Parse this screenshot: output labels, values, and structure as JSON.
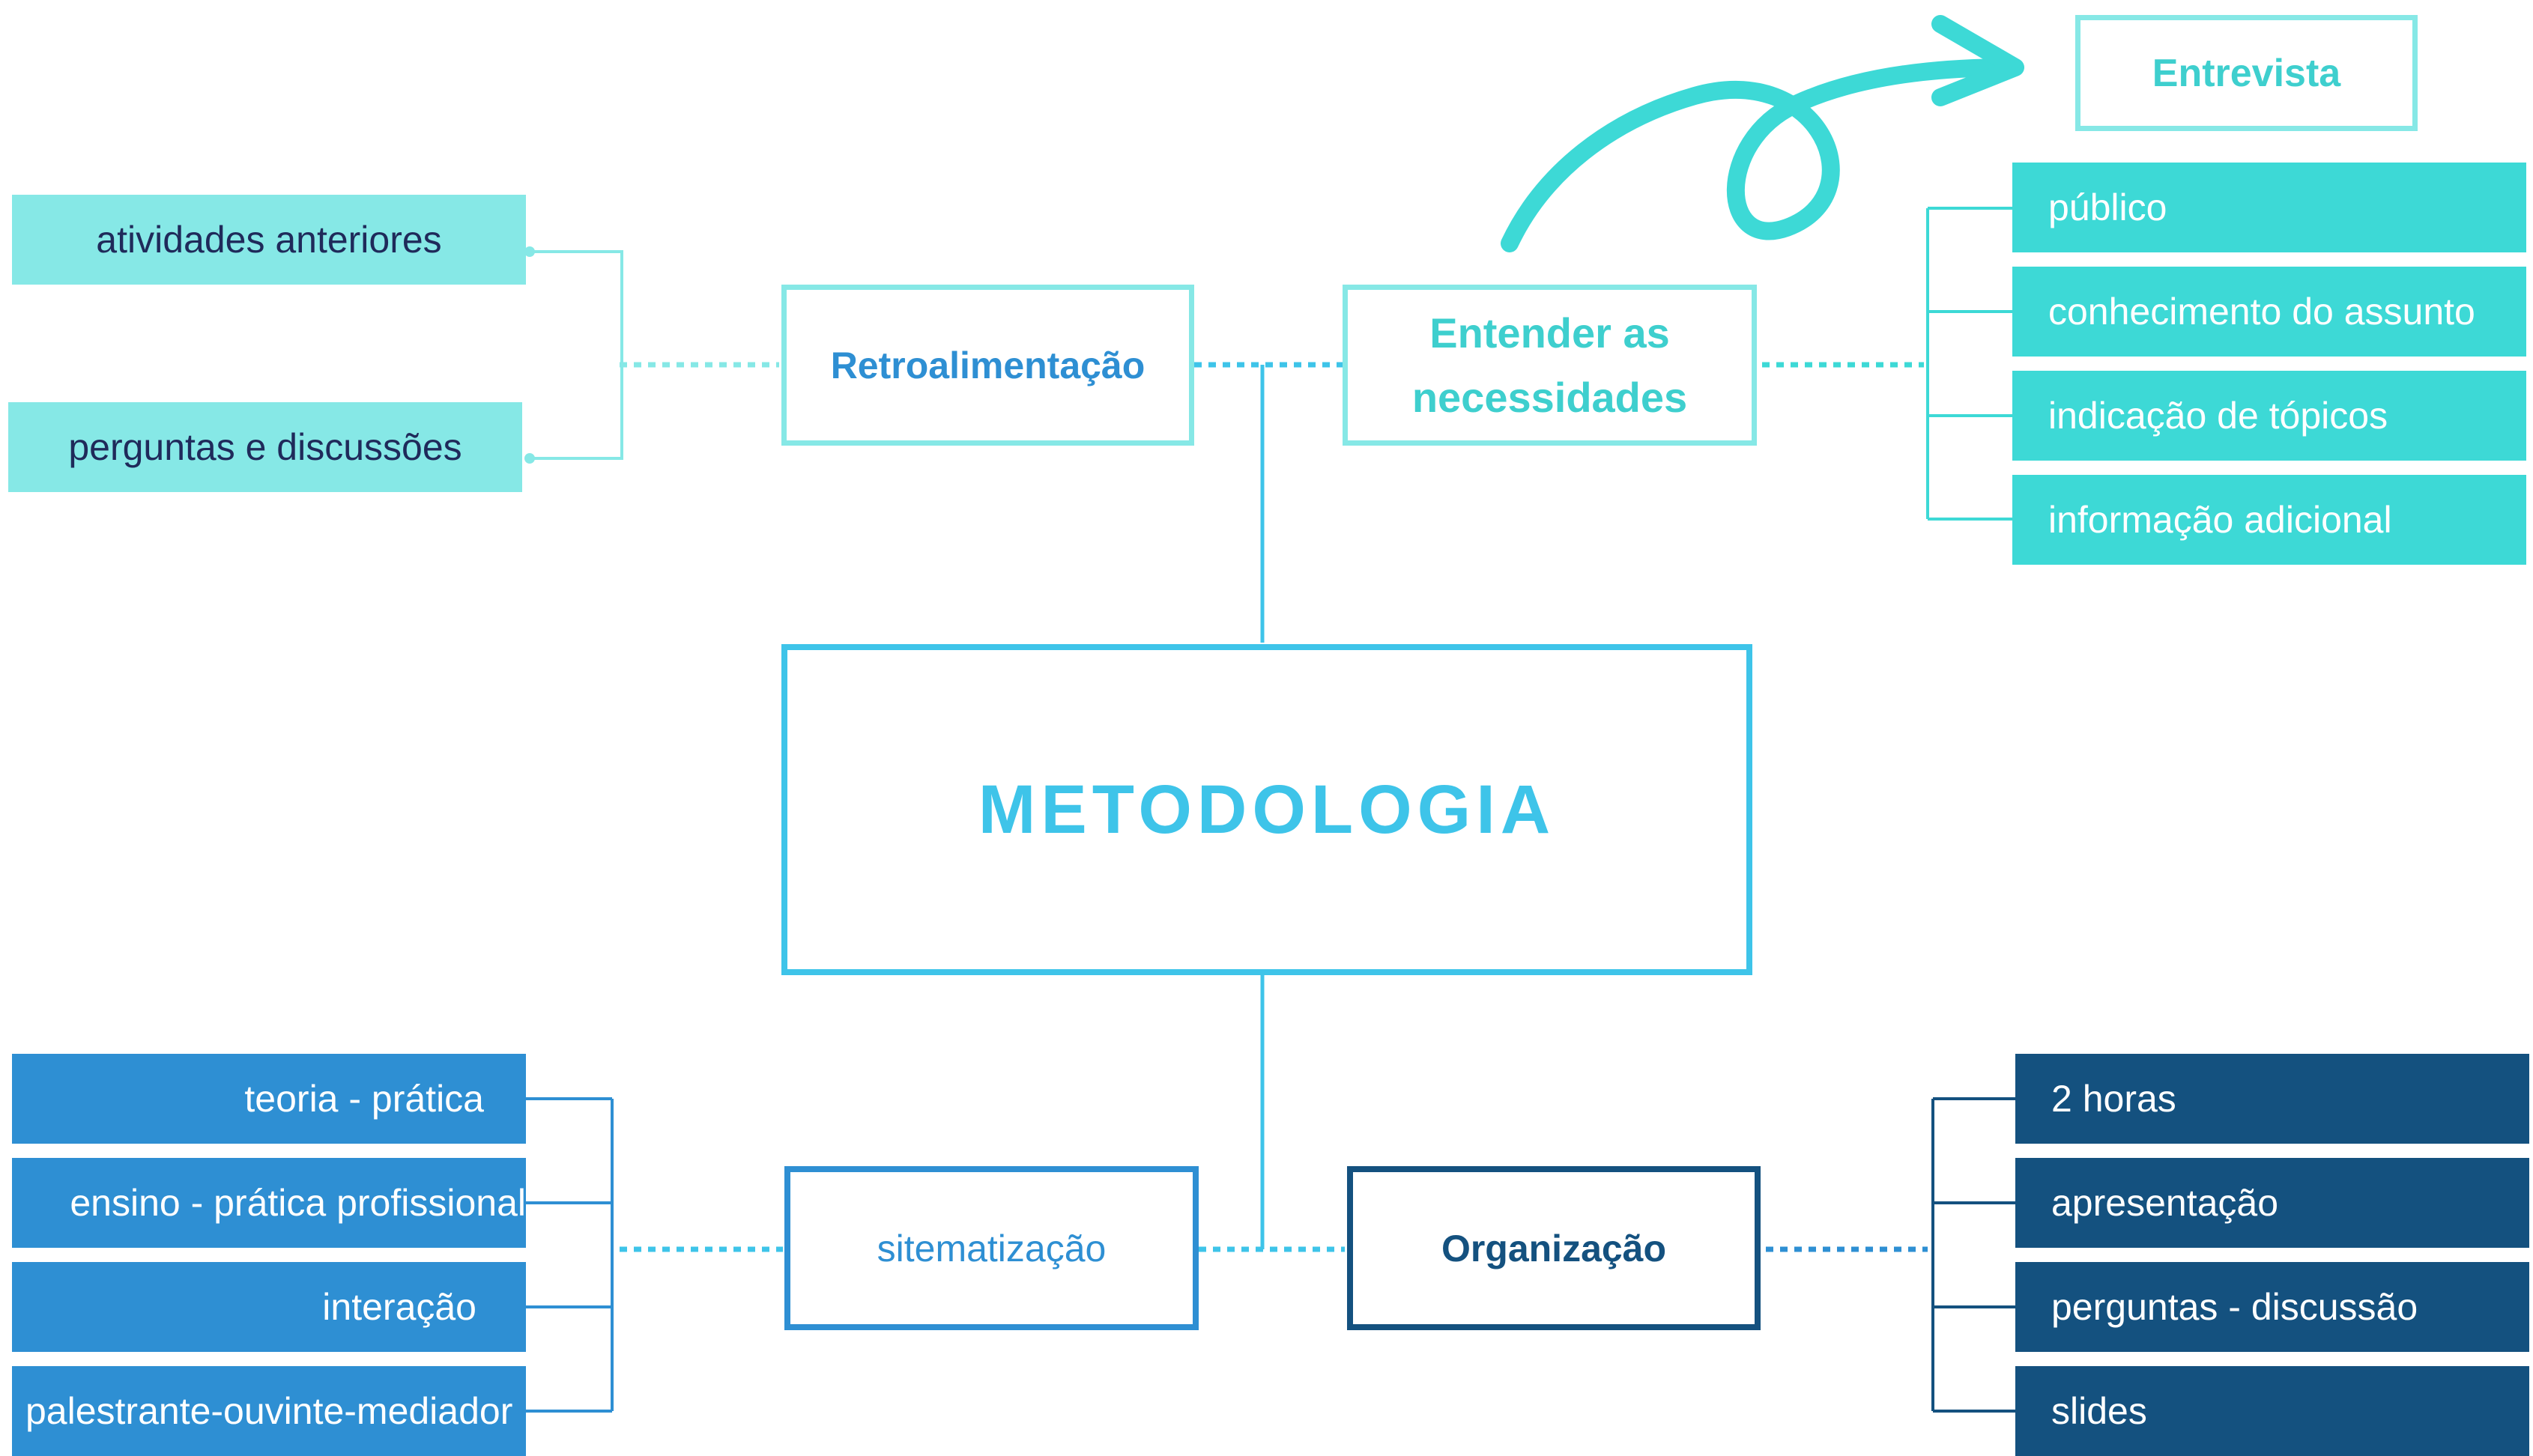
{
  "center": {
    "title": "METODOLOGIA"
  },
  "nodes": {
    "retroalimentacao": "Retroalimentação",
    "entender_line1": "Entender as",
    "entender_line2": "necessidades",
    "entrevista": "Entrevista",
    "sistematizacao": "sitematização",
    "organizacao": "Organização"
  },
  "retro_items": [
    "atividades anteriores",
    "perguntas e discussões"
  ],
  "entender_items": [
    "público",
    "conhecimento do assunto",
    "indicação de tópicos",
    "informação adicional"
  ],
  "sistematizacao_items": [
    "teoria - prática",
    "ensino - prática profissional",
    "interação",
    "palestrante-ouvinte-mediador"
  ],
  "organizacao_items": [
    "2 horas",
    "apresentação",
    "perguntas - discussão",
    "slides"
  ],
  "colors": {
    "light_teal": "#86e8e6",
    "teal": "#3dd9d6",
    "teal_text": "#3ecfce",
    "sky": "#3ec4e9",
    "mid_blue": "#2e8fd3",
    "navy": "#14517f",
    "dark_text": "#1f2a5a"
  },
  "icons": {
    "arrow": "curly-arrow-icon"
  }
}
